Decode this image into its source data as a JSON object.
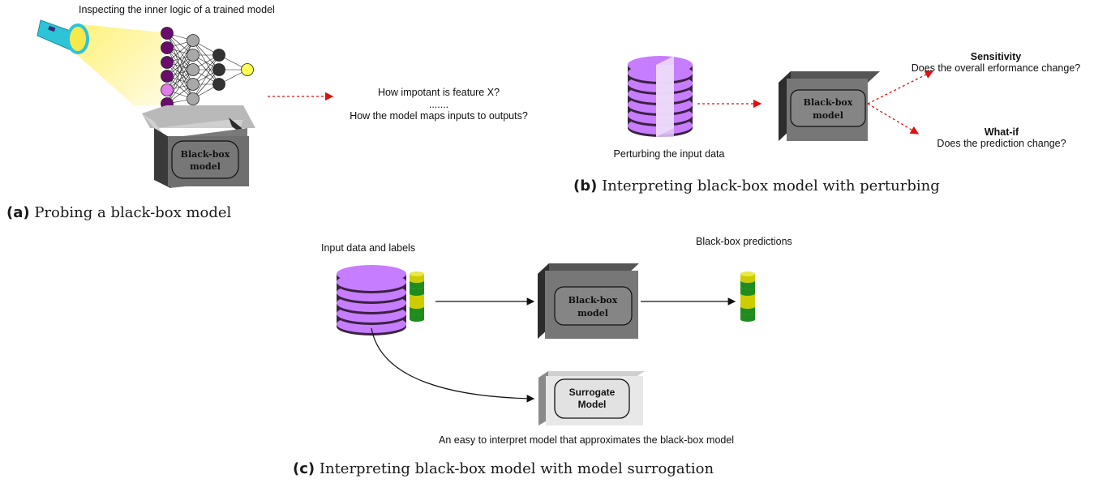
{
  "panel_a": {
    "title": "Inspecting the inner logic of a trained model",
    "question1": "How impotant is feature X?",
    "dots": ".......",
    "question2": "How the model maps inputs to outputs?",
    "box_label_line1": "Black-box",
    "box_label_line2": "model",
    "caption_tag": "(a)",
    "caption_text": "Probing a black-box model"
  },
  "panel_b": {
    "data_label": "Perturbing the input data",
    "box_label_line1": "Black-box",
    "box_label_line2": "model",
    "sensitivity_title": "Sensitivity",
    "sensitivity_text": "Does the overall erformance change?",
    "whatif_title": "What-if",
    "whatif_text": "Does the prediction change?",
    "caption_tag": "(b)",
    "caption_text": "Interpreting black-box model with perturbing"
  },
  "panel_c": {
    "input_label": "Input data and labels",
    "predictions_label": "Black-box predictions",
    "box_label_line1": "Black-box",
    "box_label_line2": "model",
    "surrogate_line1": "Surrogate",
    "surrogate_line2": "Model",
    "surrogate_desc": "An easy to interpret model that approximates the black-box model",
    "caption_tag": "(c)",
    "caption_text": "Interpreting black-box model with model surrogation"
  },
  "colors": {
    "disk_purple": "#c77dff",
    "disk_dark": "#3a2240",
    "box_front": "#7a7a7a",
    "box_side": "#3a3a3a",
    "arrow_red": "#e01010",
    "label_yellow": "#cccc00",
    "label_green": "#1e8c1e",
    "flashlight": "#2ec4d8",
    "beam": "#fff7a8",
    "neuron_purple": "#6a0d6e",
    "neuron_gray": "#a8a8a8",
    "neuron_dark": "#333333",
    "neuron_output": "#ffff55"
  }
}
